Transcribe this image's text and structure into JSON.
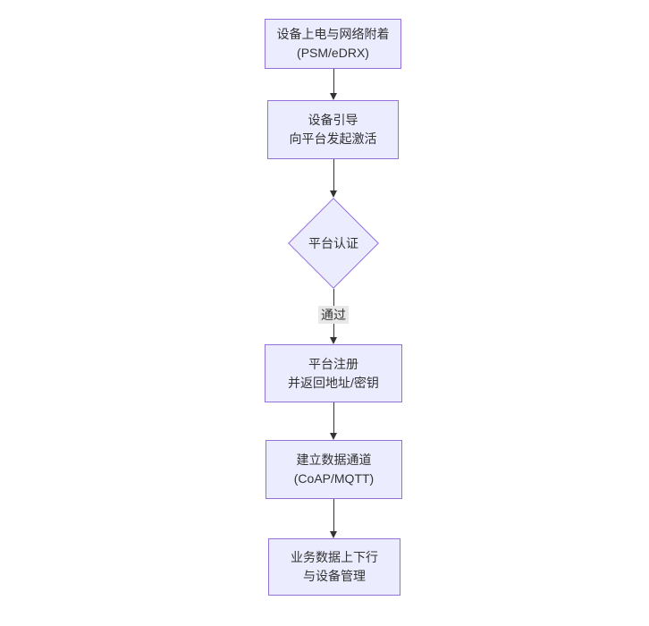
{
  "diagram": {
    "type": "flowchart-vertical",
    "nodes": [
      {
        "shape": "rect",
        "lines": [
          "设备上电与网络附着",
          "(PSM/eDRX)"
        ]
      },
      {
        "shape": "rect",
        "lines": [
          "设备引导",
          "向平台发起激活"
        ]
      },
      {
        "shape": "diamond",
        "lines": [
          "平台认证"
        ]
      },
      {
        "shape": "rect",
        "lines": [
          "平台注册",
          "并返回地址/密钥"
        ]
      },
      {
        "shape": "rect",
        "lines": [
          "建立数据通道",
          "(CoAP/MQTT)"
        ]
      },
      {
        "shape": "rect",
        "lines": [
          "业务数据上下行",
          "与设备管理"
        ]
      }
    ],
    "edges": [
      {
        "from": 0,
        "to": 1,
        "label": ""
      },
      {
        "from": 1,
        "to": 2,
        "label": ""
      },
      {
        "from": 2,
        "to": 3,
        "label": "通过"
      },
      {
        "from": 3,
        "to": 4,
        "label": ""
      },
      {
        "from": 4,
        "to": 5,
        "label": ""
      }
    ],
    "colors": {
      "background": "#ffffff",
      "node_fill": "#ECECFF",
      "node_border": "#9370DB",
      "text": "#333333",
      "arrow": "#333333",
      "edge_label_bg": "#e8e8e8"
    }
  }
}
